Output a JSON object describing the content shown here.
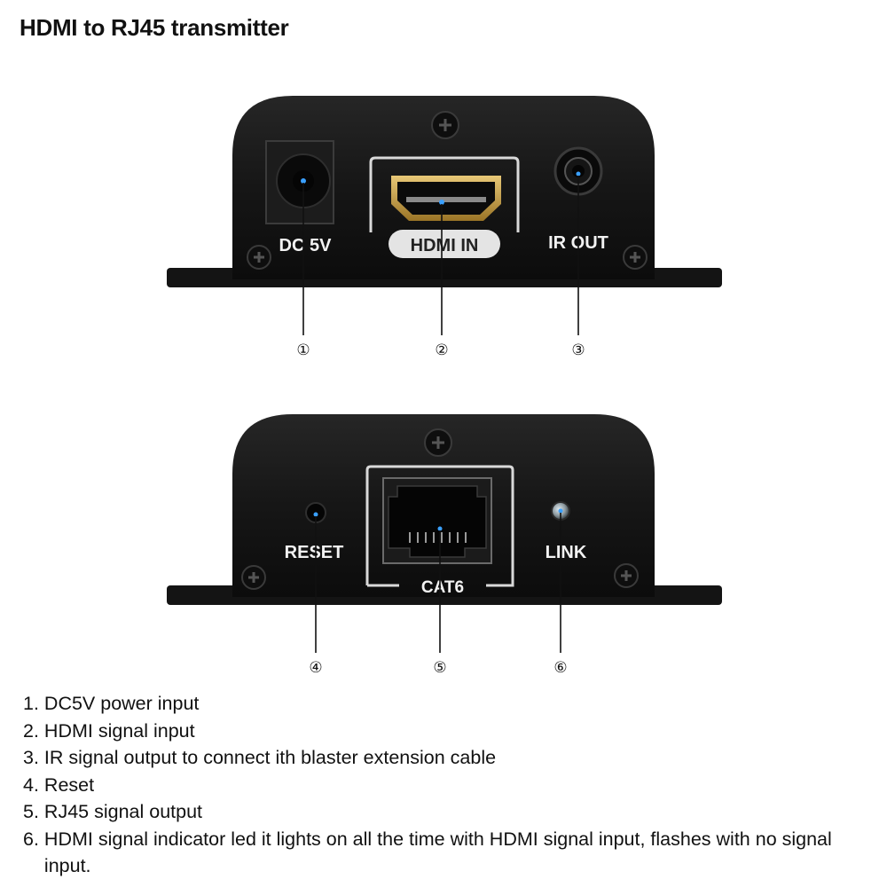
{
  "title": "HDMI to RJ45 transmitter",
  "front_panel": {
    "ports": [
      {
        "number": "1",
        "label": "DC 5V",
        "marker": "①"
      },
      {
        "number": "2",
        "label": "HDMI IN",
        "marker": "②"
      },
      {
        "number": "3",
        "label": "IR OUT",
        "marker": "③"
      }
    ]
  },
  "rear_panel": {
    "ports": [
      {
        "number": "4",
        "label": "RESET",
        "marker": "④"
      },
      {
        "number": "5",
        "label": "CAT6",
        "marker": "⑤"
      },
      {
        "number": "6",
        "label": "LINK",
        "marker": "⑥"
      }
    ]
  },
  "legend": [
    {
      "number": "1.",
      "text": "DC5V power input"
    },
    {
      "number": "2.",
      "text": "HDMI signal input"
    },
    {
      "number": "3.",
      "text": "IR signal output to connect ith blaster extension cable"
    },
    {
      "number": "4.",
      "text": "Reset"
    },
    {
      "number": "5.",
      "text": "RJ45 signal output"
    },
    {
      "number": "6.",
      "text": "HDMI signal indicator led it lights on all the time with HDMI signal input, flashes with no signal input."
    }
  ],
  "colors": {
    "housing": "#141414",
    "housing_edge": "#2a2a2a",
    "label_text": "#f2f2f2",
    "led_blue": "#3aa0ff",
    "hdmi_gold": "#c9a24a",
    "leader_line": "#111111"
  }
}
